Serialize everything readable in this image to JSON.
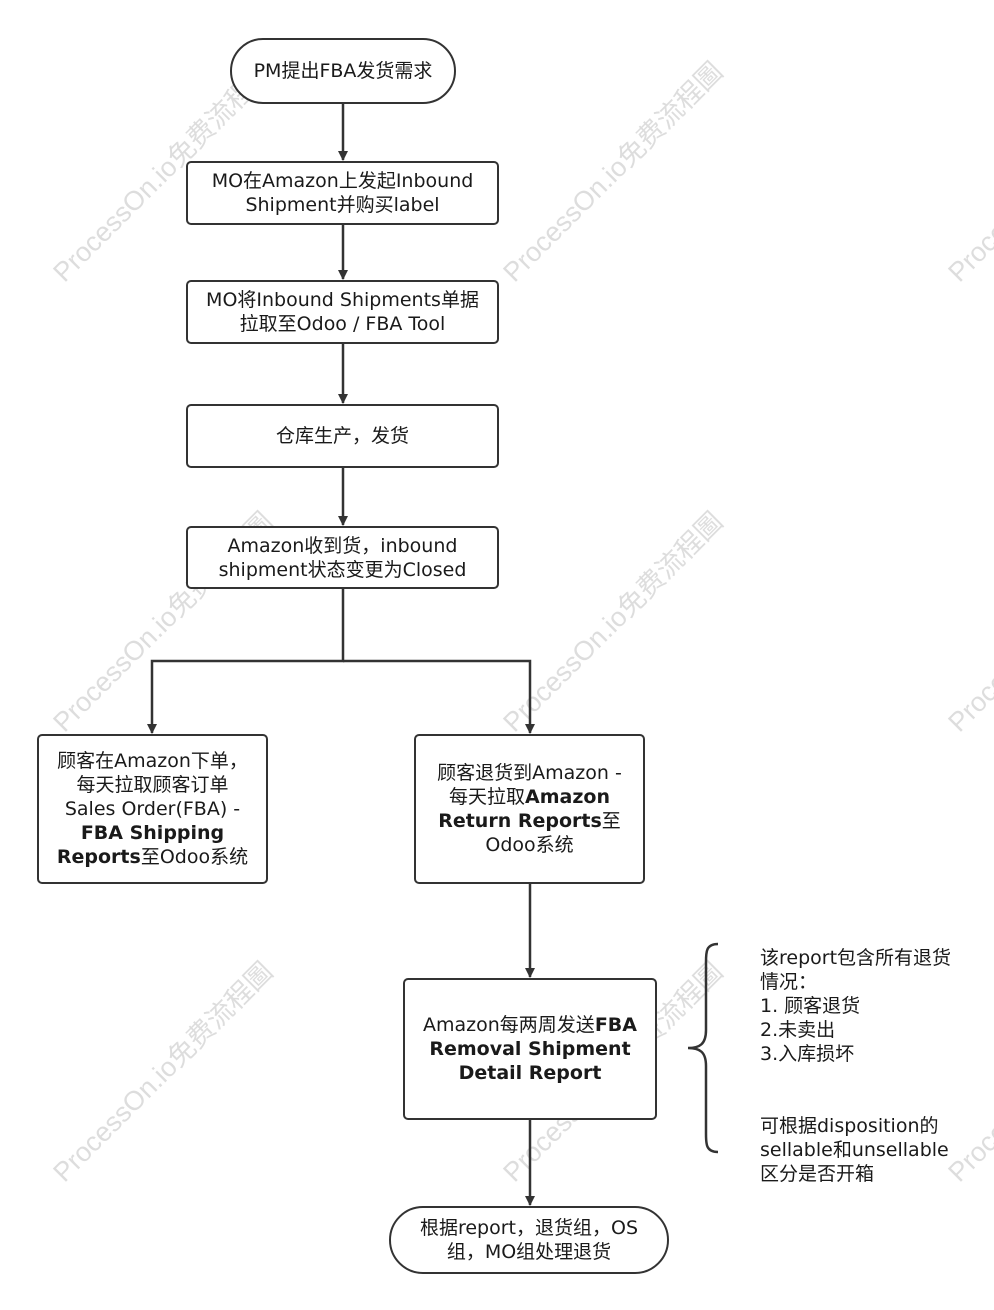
{
  "nodes": {
    "start": {
      "text": "PM提出FBA发货需求"
    },
    "create_inbound": {
      "line1": "MO在Amazon上发起Inbound",
      "line2": "Shipment并购买label"
    },
    "pull_inbound": {
      "line1": "MO将Inbound Shipments单据",
      "line2": "拉取至Odoo / FBA Tool"
    },
    "warehouse": {
      "text": "仓库生产，发货"
    },
    "received": {
      "line1": "Amazon收到货，inbound",
      "line2": "shipment状态变更为Closed"
    },
    "customer_order": {
      "line1": "顾客在Amazon下单，",
      "line2": "每天拉取顾客订单",
      "line3": "Sales Order(FBA) -",
      "line4_bold": "FBA Shipping",
      "line5_bold": "Reports",
      "line5_rest": "至Odoo系统"
    },
    "customer_return": {
      "line1": "顾客退货到Amazon -",
      "line2_pre": "每天拉取",
      "line2_bold": "Amazon",
      "line3_bold": "Return Reports",
      "line3_rest": "至",
      "line4": "Odoo系统"
    },
    "removal": {
      "line1_pre": "Amazon每两周发送",
      "line1_bold": "FBA",
      "line2_bold": "Removal Shipment",
      "line3_bold": "Detail Report"
    },
    "end": {
      "line1": "根据report，退货组，OS",
      "line2": "组，MO组处理退货"
    }
  },
  "note": {
    "lines": [
      "该report包含所有退货",
      "情况：",
      "1. 顾客退货",
      "2.未卖出",
      "3.入库损坏"
    ],
    "lines2": [
      "可根据disposition的",
      "sellable和unsellable",
      "区分是否开箱"
    ]
  },
  "watermark": "ProcessOn.io免费流程圖",
  "colors": {
    "stroke": "#333333",
    "text": "#1a1a1a"
  }
}
